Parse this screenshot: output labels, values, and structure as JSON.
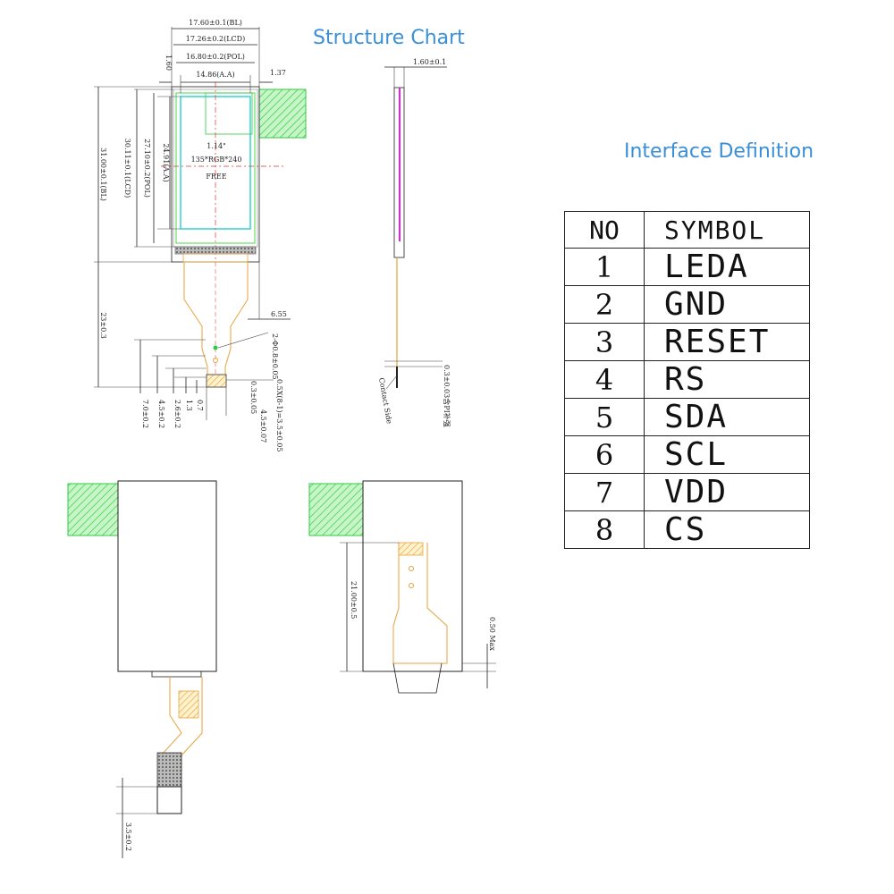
{
  "titles": {
    "structure": "Structure Chart",
    "interface": "Interface Definition"
  },
  "front_view": {
    "dim_bl_width": "17.60±0.1(BL)",
    "dim_lcd_width": "17.26±0.2(LCD)",
    "dim_pol_width": "16.80±0.2(POL)",
    "dim_aa_width": "14.86(A.A)",
    "dim_left_offset": "1.60",
    "dim_right_offset": "1.37",
    "dim_bl_height": "31.00±0.1(BL)",
    "dim_lcd_height": "30.11±0.1(LCD)",
    "dim_pol_height": "27.10±0.2(POL)",
    "dim_aa_height": "24.91(A.A)",
    "size_label": "1.14\"",
    "resolution_label": "135*RGB*240",
    "free_label": "FREE",
    "dim_fpc_length": "23±0.3",
    "dim_fpc_width": "6.55",
    "dim_hole": "2-Φ0.8±0.05",
    "dim_pitch": "0.5X(8-1)=3.5±0.05",
    "dim_pad": "0.3±0.05",
    "dim_pad_width": "4.5±0.07",
    "dim_a": "0.7",
    "dim_b": "1.3",
    "dim_c": "2.6±0.2",
    "dim_d": "4.5±0.2",
    "dim_e": "7.0±0.2"
  },
  "side_view": {
    "dim_thickness": "1.60±0.1",
    "dim_fpc_thickness": "0.3±0.03含PI补强",
    "contact_side": "Contact Side"
  },
  "back_view": {
    "dim_stiffener": "3.5±0.2"
  },
  "back_view_folded": {
    "dim_fold_length": "21.00±0.5",
    "dim_max": "0.50 Max"
  },
  "interface_table": {
    "header_no": "NO",
    "header_symbol": "SYMBOL",
    "rows": [
      {
        "no": "1",
        "symbol": "LEDA"
      },
      {
        "no": "2",
        "symbol": "GND"
      },
      {
        "no": "3",
        "symbol": "RESET"
      },
      {
        "no": "4",
        "symbol": "RS"
      },
      {
        "no": "5",
        "symbol": "SDA"
      },
      {
        "no": "6",
        "symbol": "SCL"
      },
      {
        "no": "7",
        "symbol": "VDD"
      },
      {
        "no": "8",
        "symbol": "CS"
      }
    ]
  },
  "colors": {
    "title": "#3a8fd6",
    "active_area": "#00c8c8",
    "fpc": "#e8a23c",
    "hatch_green": "#2ecc40",
    "side_magenta": "#cc33cc",
    "centerline": "#e03030"
  }
}
